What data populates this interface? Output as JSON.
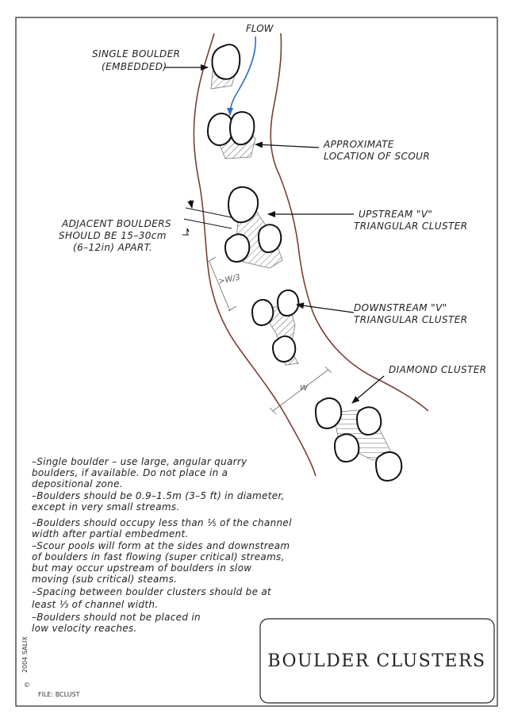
{
  "flow_label": "FLOW",
  "callouts": {
    "single_boulder": [
      "SINGLE BOULDER",
      "(EMBEDDED)"
    ],
    "scour": [
      "APPROXIMATE",
      "LOCATION OF SCOUR"
    ],
    "adjacent": [
      "ADJACENT BOULDERS",
      "SHOULD BE 15–30cm",
      "(6–12in) APART."
    ],
    "upstream_v": [
      "UPSTREAM \"V\"",
      "TRIANGULAR CLUSTER"
    ],
    "downstream_v": [
      "DOWNSTREAM \"V\"",
      "TRIANGULAR CLUSTER"
    ],
    "diamond": [
      "DIAMOND CLUSTER"
    ]
  },
  "dimensions": {
    "spacing": ">W/3",
    "width": "W"
  },
  "notes": [
    "–Single boulder – use large, angular quarry",
    " boulders, if available.  Do not place in a",
    " depositional zone.",
    "–Boulders should be 0.9–1.5m (3–5 ft) in diameter,",
    " except in very small streams.",
    "–Boulders should occupy less than ⅕ of the channel",
    " width after partial embedment.",
    "–Scour pools will form at the sides and downstream",
    " of boulders in fast flowing (super critical) streams,",
    " but may occur upstream of boulders in slow",
    " moving (sub critical) steams.",
    "–Spacing between boulder clusters should be at",
    " least ⅓ of channel width.",
    "–Boulders should not be placed in",
    " low velocity reaches."
  ],
  "title": "BOULDER CLUSTERS",
  "copyright_symbol": "©",
  "copyright_text": "2004 SALIX",
  "file_label": "FILE:  BCLUST",
  "colors": {
    "bank": "#7a3e36",
    "flow_arrow": "#2a6fc9"
  }
}
